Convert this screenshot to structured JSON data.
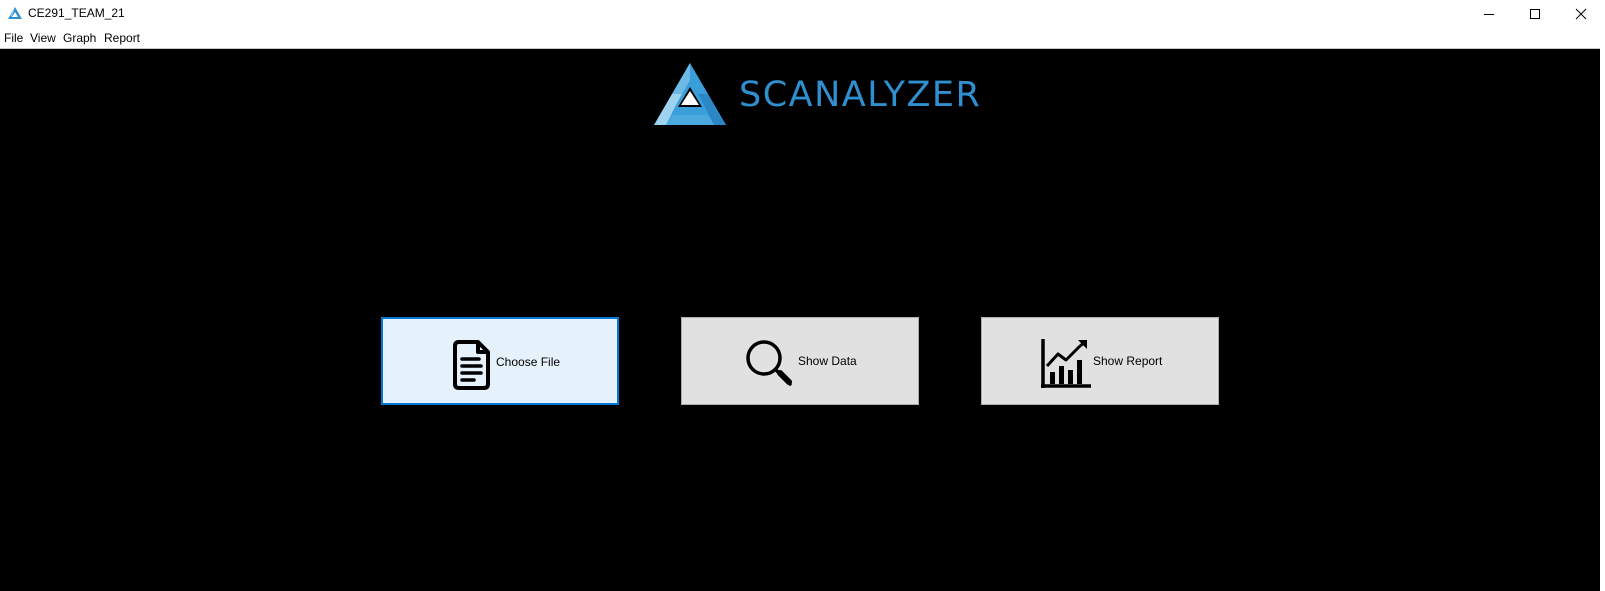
{
  "window": {
    "title": "CE291_TEAM_21",
    "app_icon": "scanalyzer-logo-icon",
    "controls": [
      "minimize-icon",
      "maximize-icon",
      "close-icon"
    ]
  },
  "menu": {
    "items": [
      {
        "label": "File"
      },
      {
        "label": "View"
      },
      {
        "label": "Graph"
      },
      {
        "label": "Report"
      }
    ]
  },
  "logo": {
    "text": "SCANALYZER",
    "color": "#2f8fcf"
  },
  "actions": [
    {
      "label": "Choose File",
      "icon": "document-icon",
      "focused": true
    },
    {
      "label": "Show Data",
      "icon": "magnifier-icon",
      "focused": false
    },
    {
      "label": "Show Report",
      "icon": "bar-chart-trend-icon",
      "focused": false
    }
  ],
  "colors": {
    "background": "#000000",
    "button_face": "#e1e1e1",
    "button_focused": "#e5f1fb",
    "focus_border": "#0078d7",
    "brand_blue": "#2f8fcf"
  }
}
